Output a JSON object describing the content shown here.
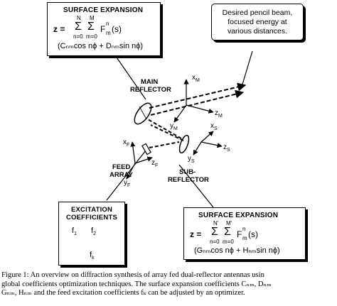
{
  "top_box": {
    "title": "SURFACE EXPANSION",
    "equation_lhs": "z =",
    "sum1_top": "N",
    "sum1_bottom": "n=0",
    "sum2_top": "M",
    "sum2_bottom": "m=0",
    "term": "F",
    "term_sup": "n",
    "term_sub": "m",
    "term_arg": "(s)",
    "line2": "(Cₙₘcos nϕ + Dₙₘsin nϕ)"
  },
  "desired_box": {
    "line1": "Desired pencil beam,",
    "line2": "focused energy at",
    "line3": "various distances."
  },
  "bottom_box": {
    "title": "SURFACE EXPANSION",
    "equation_lhs": "z =",
    "sum1_top": "N'",
    "sum1_bottom": "n=0",
    "sum2_top": "M'",
    "sum2_bottom": "m=0",
    "term": "F",
    "term_sup": "n",
    "term_sub": "m",
    "term_arg": "(s)",
    "line2": "(Gₙₘcos nϕ + Hₙₘsin nϕ)"
  },
  "excitation_box": {
    "title_line1": "EXCITATION",
    "title_line2": "COEFFICIENTS",
    "f1": "f",
    "f1_sub": "1",
    "f2": "f",
    "f2_sub": "2",
    "fk": "f",
    "fk_sub": "k"
  },
  "labels": {
    "main_reflector_1": "MAIN",
    "main_reflector_2": "REFLECTOR",
    "feed_array_1": "FEED",
    "feed_array_2": "ARRAY",
    "sub_reflector_1": "SUB-",
    "sub_reflector_2": "REFLECTOR"
  },
  "axes": {
    "xM": "x",
    "xM_sub": "M",
    "yM": "y",
    "yM_sub": "M",
    "zM": "z",
    "zM_sub": "M",
    "xS": "x",
    "xS_sub": "S",
    "yS": "y",
    "yS_sub": "S",
    "zS": "z",
    "zS_sub": "S",
    "xF": "x",
    "xF_sub": "F",
    "yF": "y",
    "yF_sub": "F",
    "zF": "z",
    "zF_sub": "F"
  },
  "caption": {
    "line1": "Figure 1: An overview on diffraction synthesis of array fed dual-reflector antennas usin",
    "line2": "global coefficients optimization techniques. The surface expansion coefficients Cₙₘ, Dₙₘ",
    "line3": "Gₙₘ, Hₙₘ and the feed excitation coefficients fₖ can be adjusted by an optimizer."
  }
}
